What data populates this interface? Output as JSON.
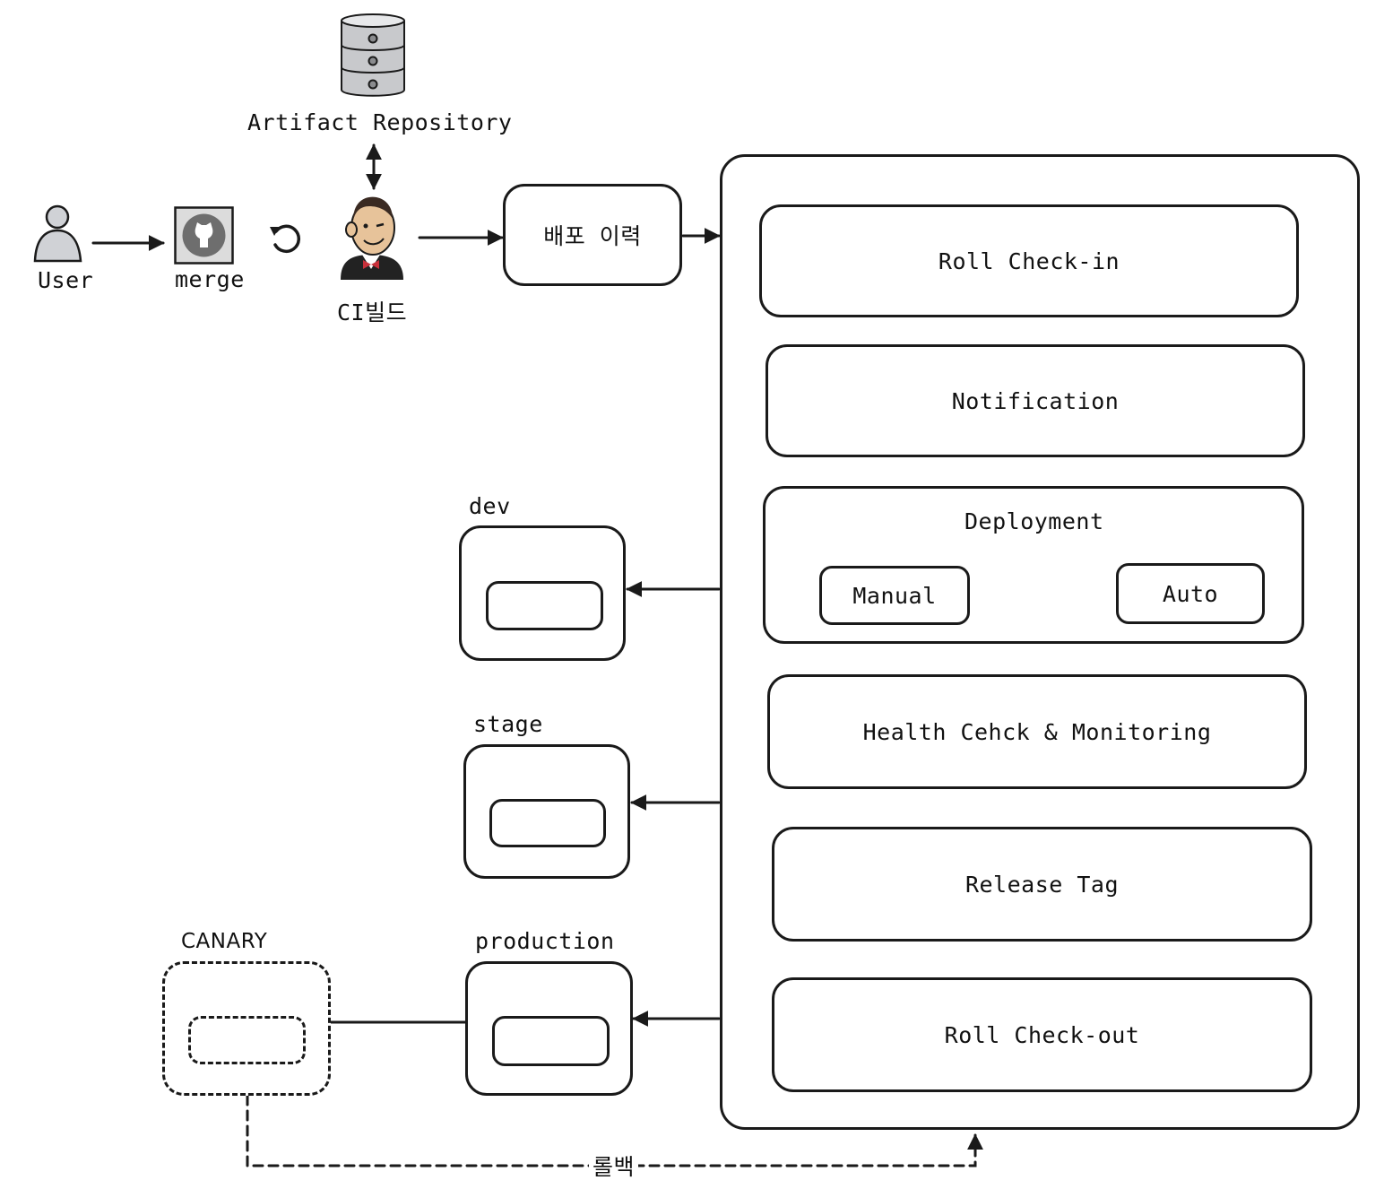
{
  "nodes": {
    "user": "User",
    "merge": "merge",
    "ci_build": "CI빌드",
    "artifact_repository": "Artifact Repository",
    "deploy_history": "배포 이력"
  },
  "pipeline": {
    "roll_check_in": "Roll Check-in",
    "notification": "Notification",
    "deployment": {
      "title": "Deployment",
      "manual": "Manual",
      "auto": "Auto"
    },
    "health_check": "Health Cehck & Monitoring",
    "release_tag": "Release Tag",
    "roll_check_out": "Roll Check-out"
  },
  "environments": {
    "dev": "dev",
    "stage": "stage",
    "production": "production",
    "canary": "CANARY"
  },
  "edges": {
    "rollback": "롤백"
  },
  "icons": {
    "user": "user-icon",
    "merge": "github-icon",
    "loop": "refresh-icon",
    "ci": "jenkins-icon",
    "repository": "database-icon"
  }
}
